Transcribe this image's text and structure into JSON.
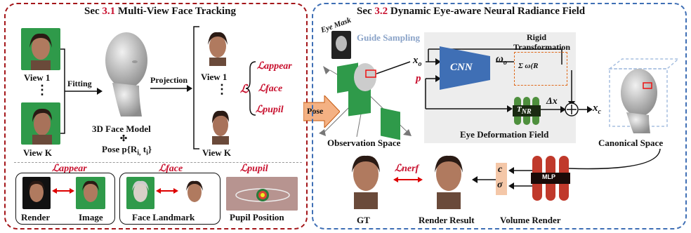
{
  "left": {
    "sec_prefix": "Sec ",
    "sec_num": "3.1",
    "sec_title": " Multi-View Face Tracking",
    "view1": "View 1",
    "viewK": "View K",
    "dots": "⋮",
    "fitting": "Fitting",
    "projection": "Projection",
    "model_label": "3D Face Model",
    "plus": "✣",
    "pose_label": "Pose p{R",
    "pose_sub": "i,",
    "pose_t": " t",
    "pose_tsub": "i",
    "pose_end": "}",
    "proj_view1": "View 1",
    "proj_viewK": "View K",
    "L": "ℒ",
    "loss_appear": "ℒappear",
    "loss_face": "ℒface",
    "loss_pupil": "ℒpupil",
    "render": "Render",
    "image": "Image",
    "face_landmark": "Face Landmark",
    "pupil_position": "Pupil Position"
  },
  "pose_arrow": "Pose",
  "right": {
    "sec_prefix": "Sec ",
    "sec_num": "3.2",
    "sec_title": " Dynamic Eye-aware Neural Radiance Field",
    "eye_mask": "Eye Mask",
    "guide_sampling": "Guide Sampling",
    "xo": "x",
    "xo_sub": "o",
    "p": "p",
    "cnn": "CNN",
    "omega": "ω",
    "omega_sub": "o",
    "rigid1": "Rigid",
    "rigid2": "Transformation",
    "formula": "Σ ω",
    "formula_rest": "(R",
    "tnr": "T",
    "tnr_sub": "NR",
    "dx": "Δx",
    "xc": "x",
    "xc_sub": "c",
    "observation_space": "Observation Space",
    "eye_deformation_field": "Eye Deformation Field",
    "canonical_space": "Canonical Space",
    "mlp": "MLP",
    "c": "c",
    "sigma": "σ",
    "lnerf": "ℒnerf",
    "gt": "GT",
    "render_result": "Render Result",
    "volume_render": "Volume Render"
  }
}
